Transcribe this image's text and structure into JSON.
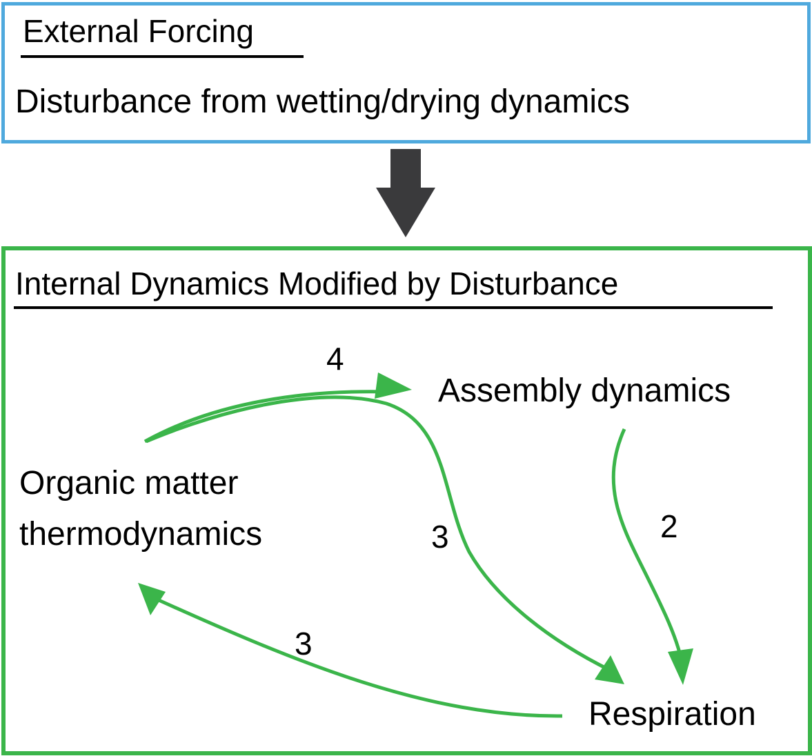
{
  "external": {
    "title": "External Forcing",
    "text": "Disturbance from wetting/drying dynamics"
  },
  "internal": {
    "title": "Internal Dynamics Modified by Disturbance",
    "nodes": {
      "organic_line1": "Organic matter",
      "organic_line2": "thermodynamics",
      "assembly": "Assembly dynamics",
      "respiration": "Respiration"
    },
    "edges": [
      {
        "from": "Organic matter thermodynamics",
        "to": "Assembly dynamics",
        "label": "4"
      },
      {
        "from": "Organic matter thermodynamics",
        "to": "Respiration",
        "label": "3"
      },
      {
        "from": "Assembly dynamics",
        "to": "Respiration",
        "label": "2"
      },
      {
        "from": "Respiration",
        "to": "Organic matter thermodynamics",
        "label": "3"
      }
    ]
  },
  "colors": {
    "external_border": "#4fa9dd",
    "internal_border": "#3bb54a",
    "arrow_green": "#3bb54a",
    "main_arrow": "#3a3a3c"
  }
}
